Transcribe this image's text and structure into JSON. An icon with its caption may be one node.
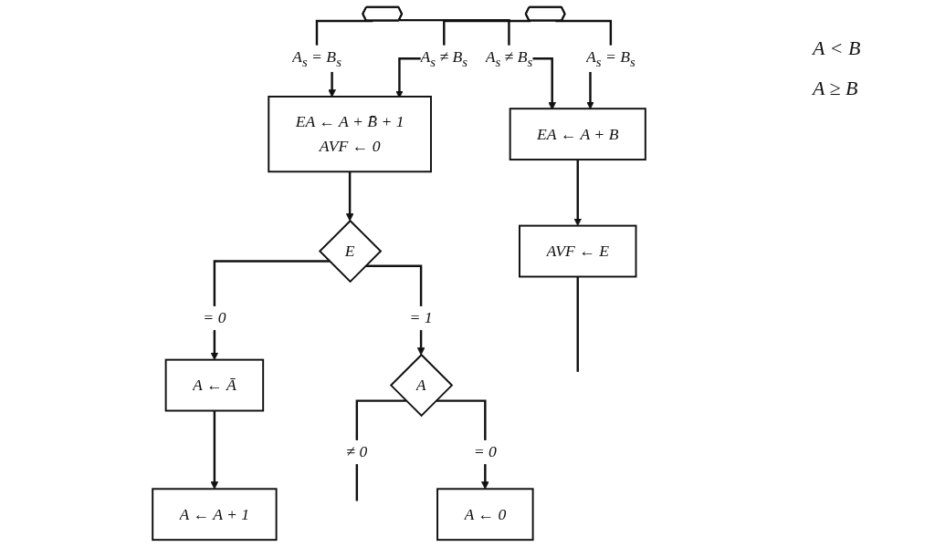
{
  "diagram": {
    "nodes": [
      {
        "text": [],
        "shape": "hexagon"
      },
      {
        "text": [],
        "shape": "hexagon"
      },
      {
        "text": [
          "EA ← A + B̄ + 1",
          "AVF ← 0"
        ]
      },
      {
        "text": [
          "EA ← A + B"
        ]
      },
      {
        "text": [
          "E"
        ]
      },
      {
        "text": [
          "AVF ← E"
        ]
      },
      {
        "text": [
          "A ← Ā"
        ]
      },
      {
        "text": [
          "A"
        ]
      },
      {
        "text": [
          "A ← A + 1"
        ]
      },
      {
        "text": [
          "A ← 0"
        ]
      }
    ],
    "edges": [
      {
        "from": 0,
        "to": 2,
        "arrow": "to",
        "label": "A$_{s}$ = B$_{s}$"
      },
      {
        "from": 0,
        "to": 3,
        "arrow": "to",
        "label": "A$_{s}$ ≠ B$_{s}$"
      },
      {
        "from": 1,
        "to": 2,
        "arrow": "to",
        "label": "A$_{s}$ ≠ B$_{s}$"
      },
      {
        "from": 1,
        "to": 3,
        "arrow": "to",
        "label": "A$_{s}$ = B$_{s}$"
      },
      {
        "from": 2,
        "to": 4,
        "arrow": "to"
      },
      {
        "from": 3,
        "to": 5,
        "arrow": "to"
      },
      {
        "from": 4,
        "to": 6,
        "arrow": "to",
        "label": "= 0"
      },
      {
        "from": 4,
        "to": 7,
        "arrow": "to",
        "label": "= 1"
      },
      {
        "from": 6,
        "to": 8,
        "arrow": "to"
      },
      {
        "from": 7,
        "to": null,
        "arrow": "none",
        "label": "≠ 0"
      },
      {
        "from": 7,
        "to": 9,
        "arrow": "to",
        "label": "= 0"
      },
      {
        "from": 5,
        "to": null,
        "arrow": "none"
      }
    ],
    "labels": [
      "A < B",
      "A ≥ B"
    ]
  }
}
